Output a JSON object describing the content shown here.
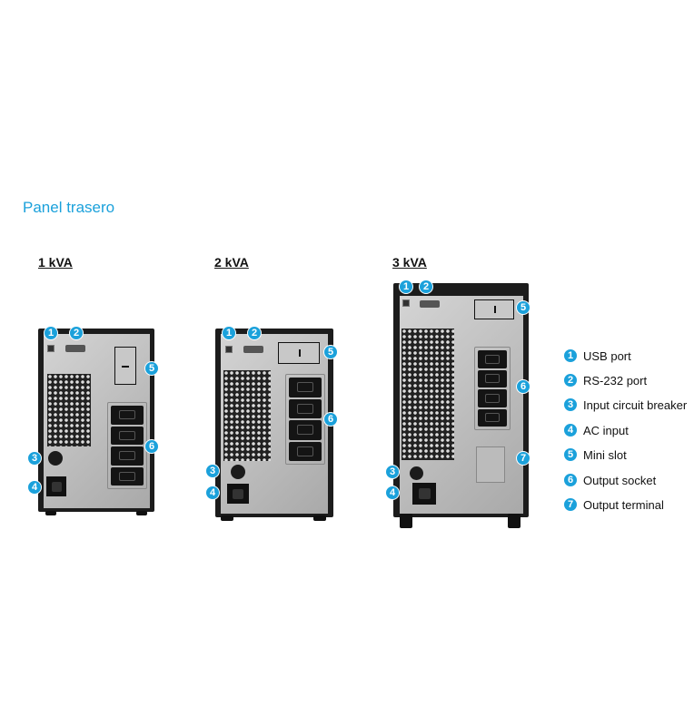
{
  "title": "Panel trasero",
  "models": [
    {
      "label": "1 kVA"
    },
    {
      "label": "2 kVA"
    },
    {
      "label": "3 kVA"
    }
  ],
  "legend": [
    {
      "num": "1",
      "label": "USB port"
    },
    {
      "num": "2",
      "label": "RS-232 port"
    },
    {
      "num": "3",
      "label": "Input circuit breaker"
    },
    {
      "num": "4",
      "label": "AC input"
    },
    {
      "num": "5",
      "label": "Mini slot"
    },
    {
      "num": "6",
      "label": "Output socket"
    },
    {
      "num": "7",
      "label": "Output terminal"
    }
  ],
  "accent": "#1ba1db"
}
